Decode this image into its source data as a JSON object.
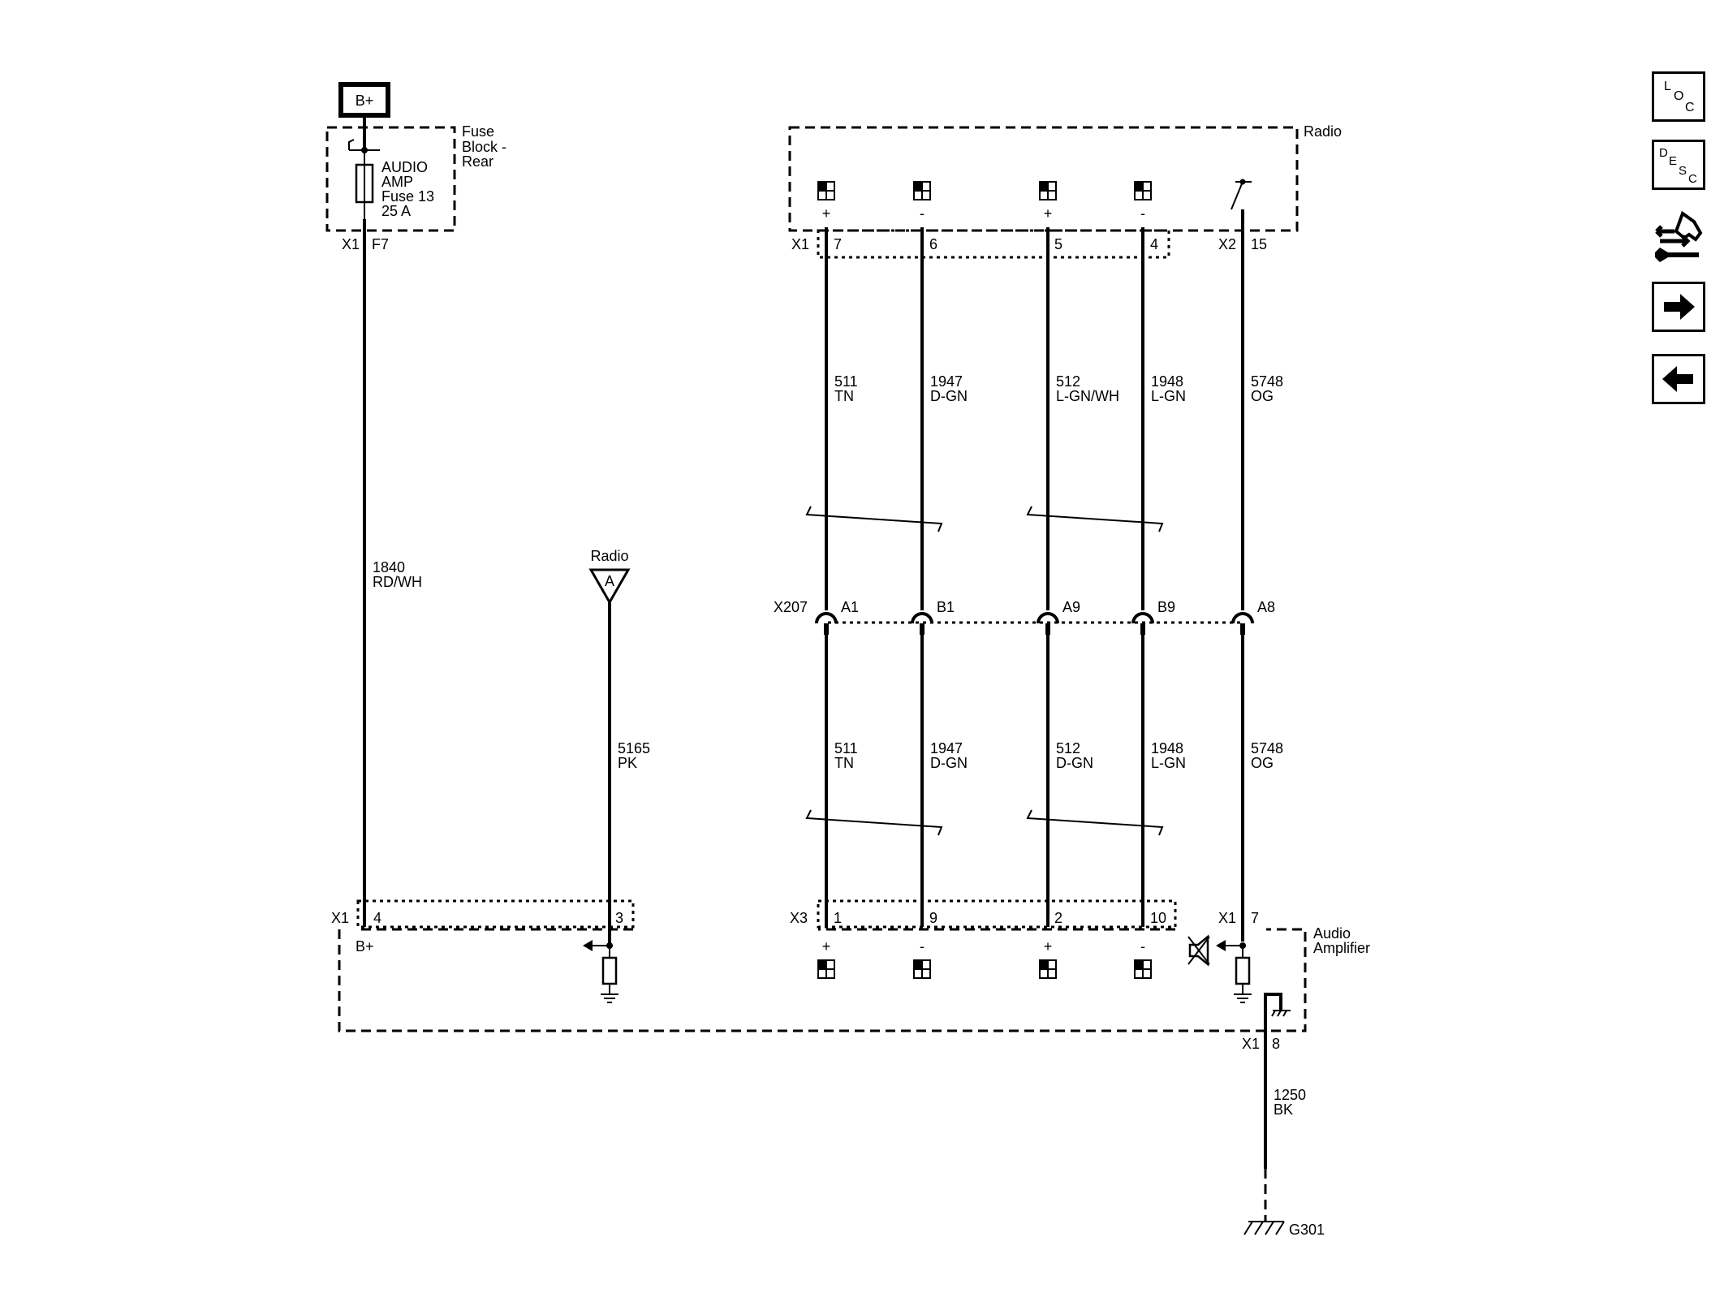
{
  "power_source": {
    "label": "B+"
  },
  "fuse_block": {
    "title_lines": [
      "Fuse",
      "Block -",
      "Rear"
    ],
    "fuse_lines": [
      "AUDIO",
      "AMP",
      "Fuse 13",
      "25 A"
    ],
    "connector": "X1",
    "pin": "F7"
  },
  "radio": {
    "title": "Radio",
    "connector_x1": "X1",
    "connector_x2": "X2",
    "pins": [
      "7",
      "6",
      "5",
      "4",
      "15"
    ],
    "polarity": [
      "+",
      "-",
      "+",
      "-"
    ]
  },
  "inline_connector": {
    "name": "X207",
    "pins": [
      "A1",
      "B1",
      "A9",
      "B9",
      "A8"
    ]
  },
  "upper_wires": [
    {
      "circuit": "511",
      "color": "TN"
    },
    {
      "circuit": "1947",
      "color": "D-GN"
    },
    {
      "circuit": "512",
      "color": "L-GN/WH"
    },
    {
      "circuit": "1948",
      "color": "L-GN"
    },
    {
      "circuit": "5748",
      "color": "OG"
    }
  ],
  "lower_wires": [
    {
      "circuit": "511",
      "color": "TN"
    },
    {
      "circuit": "1947",
      "color": "D-GN"
    },
    {
      "circuit": "512",
      "color": "D-GN"
    },
    {
      "circuit": "1948",
      "color": "L-GN"
    },
    {
      "circuit": "5748",
      "color": "OG"
    }
  ],
  "power_wire": {
    "circuit": "1840",
    "color": "RD/WH"
  },
  "antenna": {
    "label": "Radio",
    "letter": "A"
  },
  "antenna_wire": {
    "circuit": "5165",
    "color": "PK"
  },
  "amplifier": {
    "title_lines": [
      "Audio",
      "Amplifier"
    ],
    "x1_connector": "X1",
    "x1_pins": [
      "4",
      "3"
    ],
    "power_label": "B+",
    "x3_connector": "X3",
    "x3_pins": [
      "1",
      "9",
      "2",
      "10"
    ],
    "polarity": [
      "+",
      "-",
      "+",
      "-"
    ],
    "right_connector": "X1",
    "right_pin": "7",
    "ground_connector": "X1",
    "ground_pin": "8"
  },
  "ground_wire": {
    "circuit": "1250",
    "color": "BK"
  },
  "ground": {
    "label": "G301"
  },
  "side_buttons": {
    "loc": [
      "L",
      "O",
      "C"
    ],
    "desc": [
      "D",
      "E",
      "S",
      "C"
    ]
  }
}
